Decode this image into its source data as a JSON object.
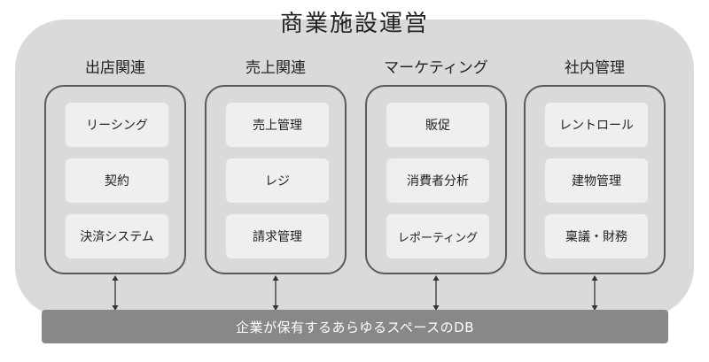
{
  "title": "商業施設運営",
  "columns": [
    {
      "title": "出店関連",
      "items": [
        "リーシング",
        "契約",
        "決済システム"
      ]
    },
    {
      "title": "売上関連",
      "items": [
        "売上管理",
        "レジ",
        "請求管理"
      ]
    },
    {
      "title": "マーケティング",
      "items": [
        "販促",
        "消費者分析",
        "レポーティング"
      ]
    },
    {
      "title": "社内管理",
      "items": [
        "レントロール",
        "建物管理",
        "稟議・財務"
      ]
    }
  ],
  "database": {
    "label": "企業が保有するあらゆるスペースのDB"
  },
  "colors": {
    "background": "#dadada",
    "panel_border": "#5a5a5a",
    "item_fill": "#efefef",
    "db_bar": "#888888"
  }
}
